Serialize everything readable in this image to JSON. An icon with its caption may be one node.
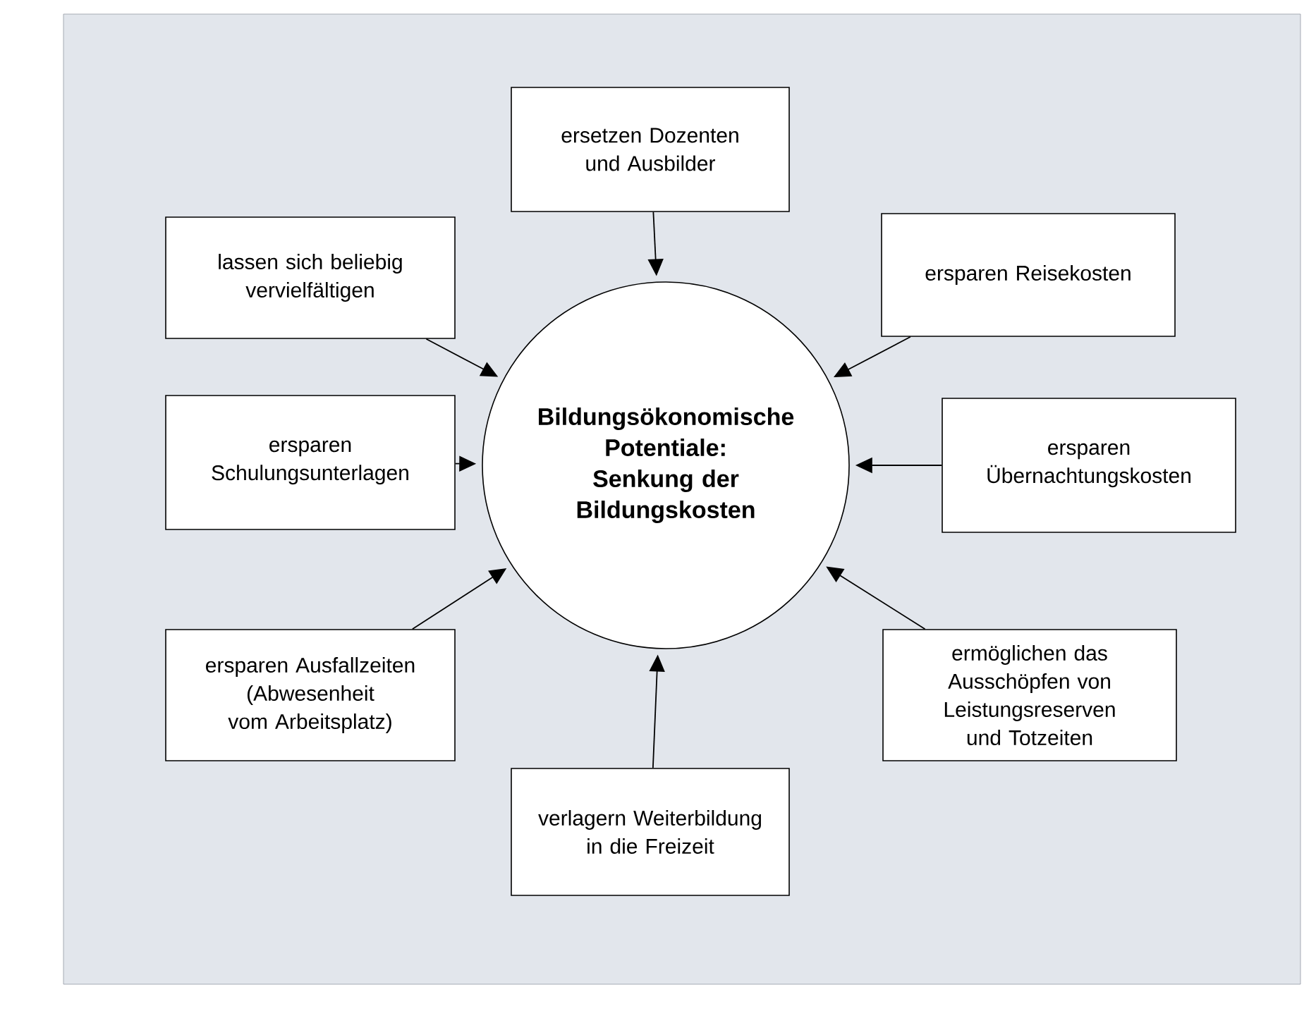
{
  "diagram": {
    "nodes": [
      {
        "text": [
          "Bildungsökonomische Potentiale:",
          "Senkung der Bildungskosten"
        ]
      },
      {
        "text": [
          "ersetzen Dozenten und Ausbilder"
        ]
      },
      {
        "text": [
          "lassen sich beliebig vervielfältigen"
        ]
      },
      {
        "text": [
          "ersparen Reisekosten"
        ]
      },
      {
        "text": [
          "ersparen Schulungsunterlagen"
        ]
      },
      {
        "text": [
          "ersparen Übernachtungskosten"
        ]
      },
      {
        "text": [
          "ersparen Ausfallzeiten (Abwesenheit vom Arbeitsplatz)"
        ]
      },
      {
        "text": [
          "ermöglichen das Ausschöpfen von Leistungsreserven und Totzeiten"
        ]
      },
      {
        "text": [
          "verlagern Weiterbildung in die Freizeit"
        ]
      }
    ],
    "edges": [
      {
        "from": 1,
        "to": 0,
        "arrow": "to"
      },
      {
        "from": 2,
        "to": 0,
        "arrow": "to"
      },
      {
        "from": 3,
        "to": 0,
        "arrow": "to"
      },
      {
        "from": 4,
        "to": 0,
        "arrow": "to"
      },
      {
        "from": 5,
        "to": 0,
        "arrow": "to"
      },
      {
        "from": 6,
        "to": 0,
        "arrow": "to"
      },
      {
        "from": 7,
        "to": 0,
        "arrow": "to"
      },
      {
        "from": 8,
        "to": 0,
        "arrow": "to"
      }
    ]
  }
}
